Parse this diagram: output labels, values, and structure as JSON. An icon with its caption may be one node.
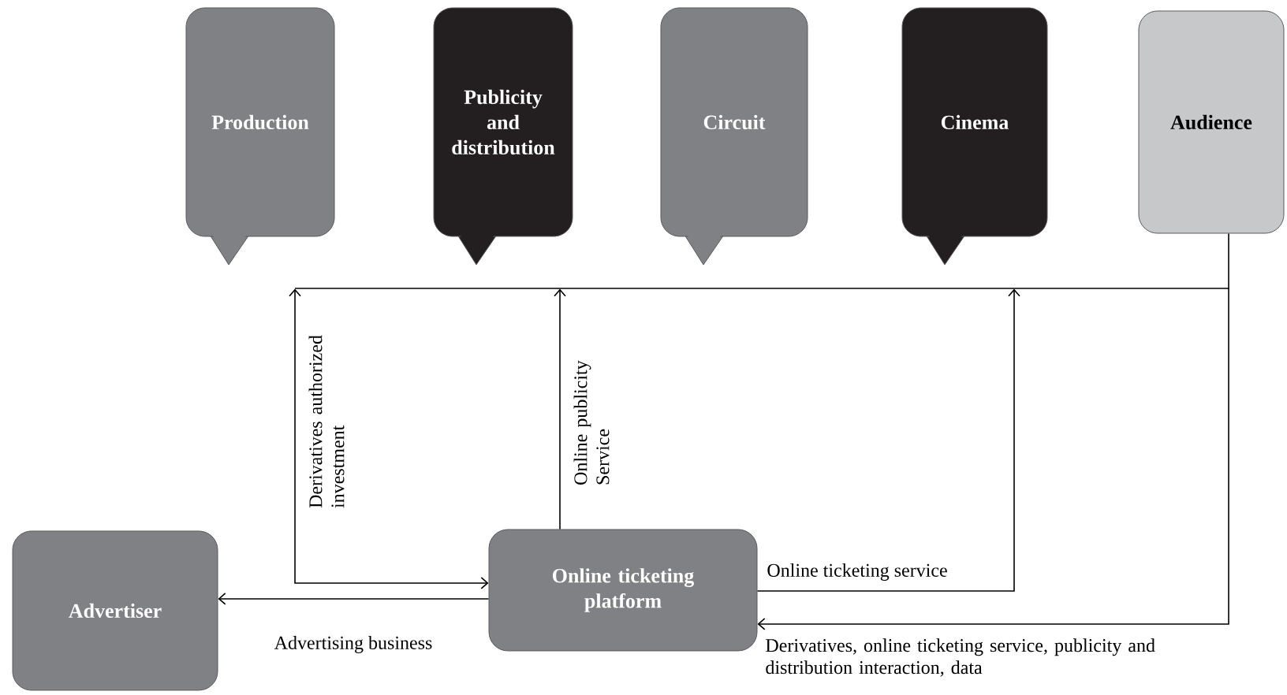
{
  "diagram": {
    "nodes": [
      {
        "text": [
          "Production"
        ]
      },
      {
        "text": [
          "Publicity and distribution"
        ]
      },
      {
        "text": [
          "Circuit"
        ]
      },
      {
        "text": [
          "Cinema"
        ]
      },
      {
        "text": [
          "Audience"
        ]
      },
      {
        "text": [
          "Advertiser"
        ]
      },
      {
        "text": [
          "Online ticketing platform"
        ]
      }
    ],
    "edges": [
      {
        "from": 6,
        "to": 0,
        "arrow": "both",
        "label": "Derivatives authorized investment"
      },
      {
        "from": 6,
        "to": 1,
        "arrow": "to",
        "label": "Online publicity Service"
      },
      {
        "from": 6,
        "to": 3,
        "arrow": "to",
        "label": "Online ticketing service"
      },
      {
        "from": 4,
        "to": 6,
        "arrow": "to",
        "label": "Derivatives, online ticketing service, publicity and distribution interaction, data"
      },
      {
        "from": 6,
        "to": 5,
        "arrow": "to",
        "label": "Advertising business"
      }
    ]
  }
}
